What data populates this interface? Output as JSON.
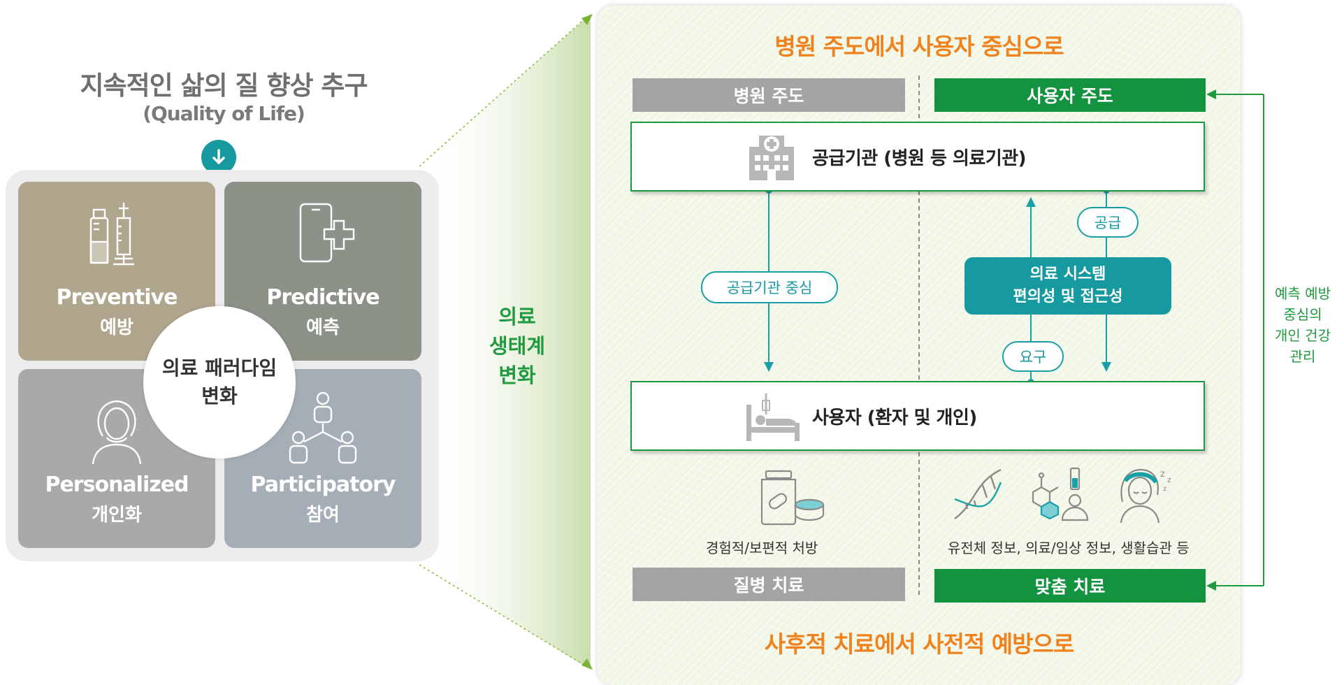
{
  "left": {
    "title": "지속적인 삶의 질 향상 추구",
    "subtitle": "(Quality of Life)",
    "down_icon": "arrow-down-circle-icon",
    "center": {
      "line1": "의료 패러다임",
      "line2": "변화"
    },
    "quadrants": [
      {
        "en": "Preventive",
        "ko": "예방",
        "icon": "vaccine-syringe-icon"
      },
      {
        "en": "Predictive",
        "ko": "예측",
        "icon": "phone-medical-cross-icon"
      },
      {
        "en": "Personalized",
        "ko": "개인화",
        "icon": "person-portrait-icon"
      },
      {
        "en": "Participatory",
        "ko": "참여",
        "icon": "people-network-icon"
      }
    ]
  },
  "middle": {
    "line1": "의료",
    "line2": "생태계",
    "line3": "변화"
  },
  "right": {
    "top_title": "병원 주도에서 사용자 중심으로",
    "bottom_title": "사후적 치료에서 사전적 예방으로",
    "header_left": "병원 주도",
    "header_right": "사용자 주도",
    "provider_label": "공급기관 (병원 등 의료기관)",
    "user_label": "사용자 (환자 및 개인)",
    "pill_provider_center": "공급기관 중심",
    "pill_supply": "공급",
    "pill_demand": "요구",
    "system_line1": "의료 시스템",
    "system_line2": "편의성 및 접근성",
    "caption_left": "경험적/보편적 처방",
    "caption_right": "유전체 정보, 의료/임상 정보, 생활습관 등",
    "footer_left": "질병  치료",
    "footer_right": "맞춤 치료",
    "side_note": [
      "예측 예방",
      "중심의",
      "개인 건강",
      "관리"
    ]
  },
  "colors": {
    "accent_orange": "#f0821e",
    "green": "#13923f",
    "teal": "#169aa0",
    "gray_bar": "#a4a4a4"
  }
}
